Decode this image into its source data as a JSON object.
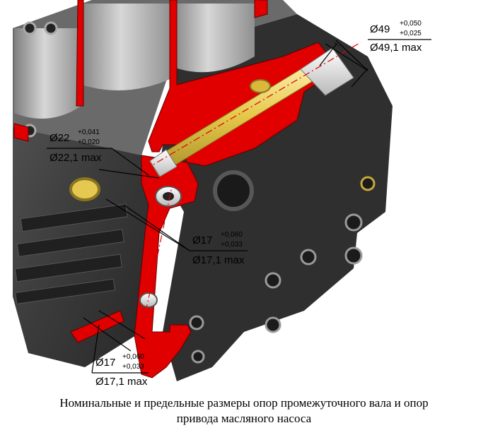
{
  "figure": {
    "callouts": [
      {
        "id": "bore-49",
        "symbol": "Ø",
        "nominal": "49",
        "upper": "+0,050",
        "lower": "+0,025",
        "limit": "Ø49,1 max"
      },
      {
        "id": "bore-22",
        "symbol": "Ø",
        "nominal": "22",
        "upper": "+0,041",
        "lower": "+0,020",
        "limit": "Ø22,1 max"
      },
      {
        "id": "bore-17-upper",
        "symbol": "Ø",
        "nominal": "17",
        "upper": "+0,060",
        "lower": "+0,033",
        "limit": "Ø17,1 max"
      },
      {
        "id": "bore-17-lower",
        "symbol": "Ø",
        "nominal": "17",
        "upper": "+0,060",
        "lower": "+0,033",
        "limit": "Ø17,1 max"
      }
    ],
    "colors": {
      "section": "#e00000",
      "block": "#3a3a3a",
      "block_light": "#8a8a8a",
      "shaft": "#e8d070",
      "background": "#ffffff"
    }
  },
  "caption": {
    "line1": "Номинальные и предельные размеры опор промежуточного вала и опор",
    "line2": "привода масляного насоса"
  }
}
